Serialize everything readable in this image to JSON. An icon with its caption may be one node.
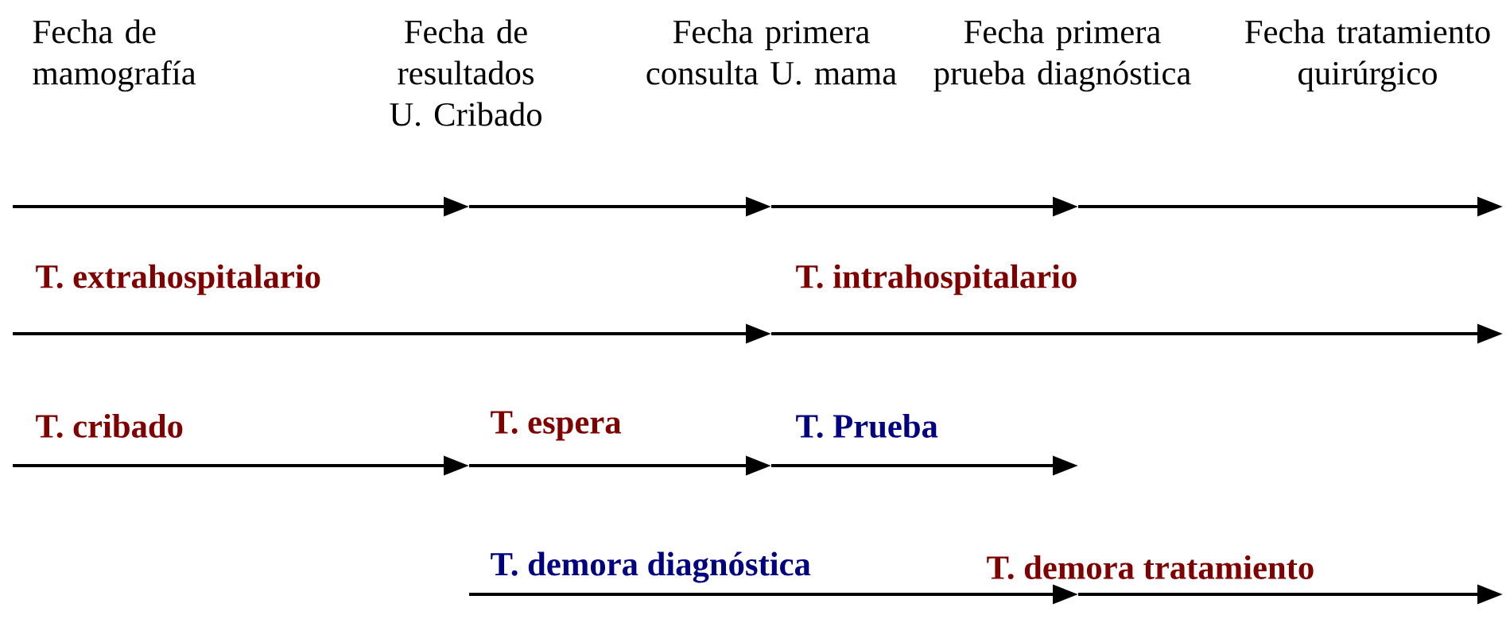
{
  "diagram": {
    "labels": [
      "Fecha de mamografía",
      "Fecha de resultados U. Cribado",
      "Fecha primera consulta U. mama",
      "Fecha primera prueba diagnóstica",
      "Fecha tratamiento quirúrgico",
      "T. extrahospitalario",
      "T. intrahospitalario",
      "T. cribado",
      "T. espera",
      "T. Prueba",
      "T. demora diagnóstica",
      "T. demora tratamiento"
    ]
  }
}
